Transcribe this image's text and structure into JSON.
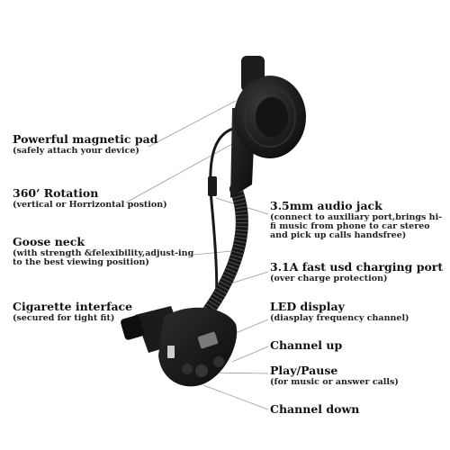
{
  "labels": {
    "magnetic": {
      "title": "Powerful magnetic pad",
      "sub": "(safely attach your device)"
    },
    "rotation": {
      "title": "360’  Rotation",
      "sub": "(vertical or Horrizontal postion)"
    },
    "gooseneck": {
      "title": "Goose neck",
      "sub": "(with strength &felexibility,adjust-ing to the best viewing position)"
    },
    "cigarette": {
      "title": "Cigarette interface",
      "sub": "(secured for tight fit)"
    },
    "audio_jack": {
      "title": "3.5mm audio jack",
      "sub": "(connect to auxiliary port,brings hi-fi music from phone to car stereo and pick up calls handsfree)"
    },
    "charging": {
      "title": "3.1A fast usd charging port",
      "sub": "(over charge protection)"
    },
    "led": {
      "title": "LED display",
      "sub": "(diasplay frequency channel)"
    },
    "channel_up": {
      "title": "Channel up"
    },
    "play_pause": {
      "title": "Play/Pause",
      "sub": "(for music or answer calls)"
    },
    "channel_down": {
      "title": "Channel down"
    }
  },
  "colors": {
    "device": "#1a1a1a",
    "leader": "#9a9a9a",
    "display": "#7a7a7a"
  }
}
